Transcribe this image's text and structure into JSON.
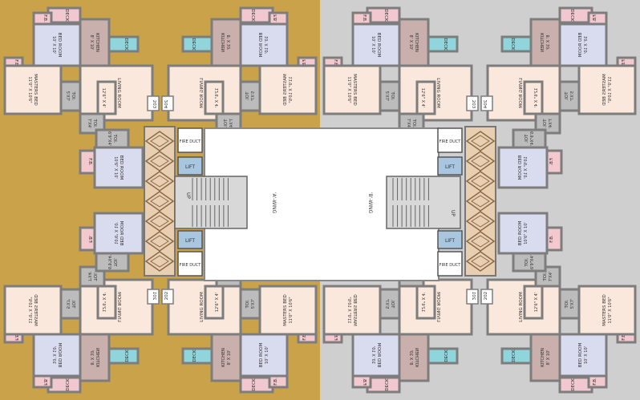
{
  "labels": {
    "deck": "DECK",
    "fb": "F.B.",
    "kitchen": "KITCHEN",
    "kitchen_dim": "8' X 10'",
    "bed_room": "BED ROOM",
    "bed_room_dim": "10' X 10'",
    "bed_room_dim_alt": "10'6\" X 10'",
    "master_bed": "MASTERS BED",
    "master_bed_dim": "11'0\" X 10'6\"",
    "living_room": "LIVING ROOM",
    "living_room_dim": "10' X 15'1\"",
    "passage_dim": "12'6\" X 4'",
    "toilet": "TOI.",
    "toilet_dim": "7'X4'",
    "toilet_dim_b": "5'X7'",
    "toilet_dim_c": "6'9\"X4'",
    "lift": "LIFT",
    "fire_duct": "FIRE DUCT",
    "up": "UP",
    "wing_a": "'A'-WING",
    "wing_b": "'B'-WING",
    "flat_203": "203",
    "flat_204": "204",
    "flat_201": "201",
    "flat_202": "202"
  },
  "colors": {
    "left_bg": "#c9a24a",
    "right_bg": "#cfcfcf",
    "wall": "#7d7d7d",
    "bed": "#d9dcef",
    "bed_pink": "#f4dede",
    "living": "#fbe8dc",
    "master_blue": "#dde2f4",
    "kitchen": "#c9b0ac",
    "deck": "#f1c8cf",
    "deck_cyan": "#8fd5db",
    "fb": "#f3c9cf",
    "toilet": "#bcbcbc",
    "core": "#ffffff",
    "lift": "#a8c6df",
    "stair": "#d8d8d8"
  }
}
